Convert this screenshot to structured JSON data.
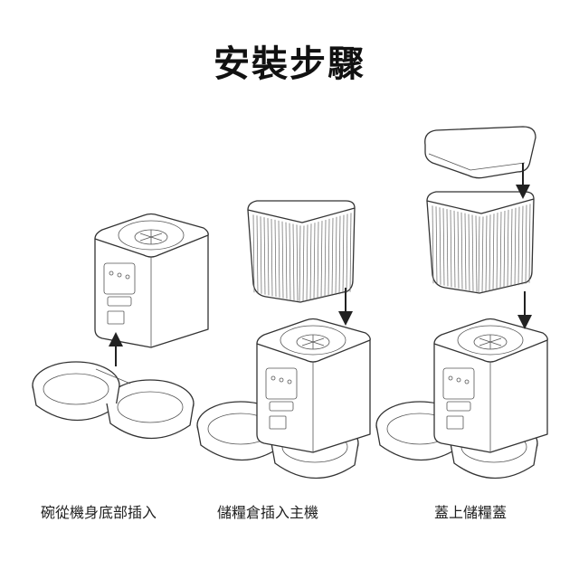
{
  "title": "安裝步驟",
  "steps": [
    {
      "caption": "碗從機身底部插入"
    },
    {
      "caption": "儲糧倉插入主機"
    },
    {
      "caption": "蓋上儲糧蓋"
    }
  ],
  "colors": {
    "text": "#111111",
    "line": "#333333"
  }
}
